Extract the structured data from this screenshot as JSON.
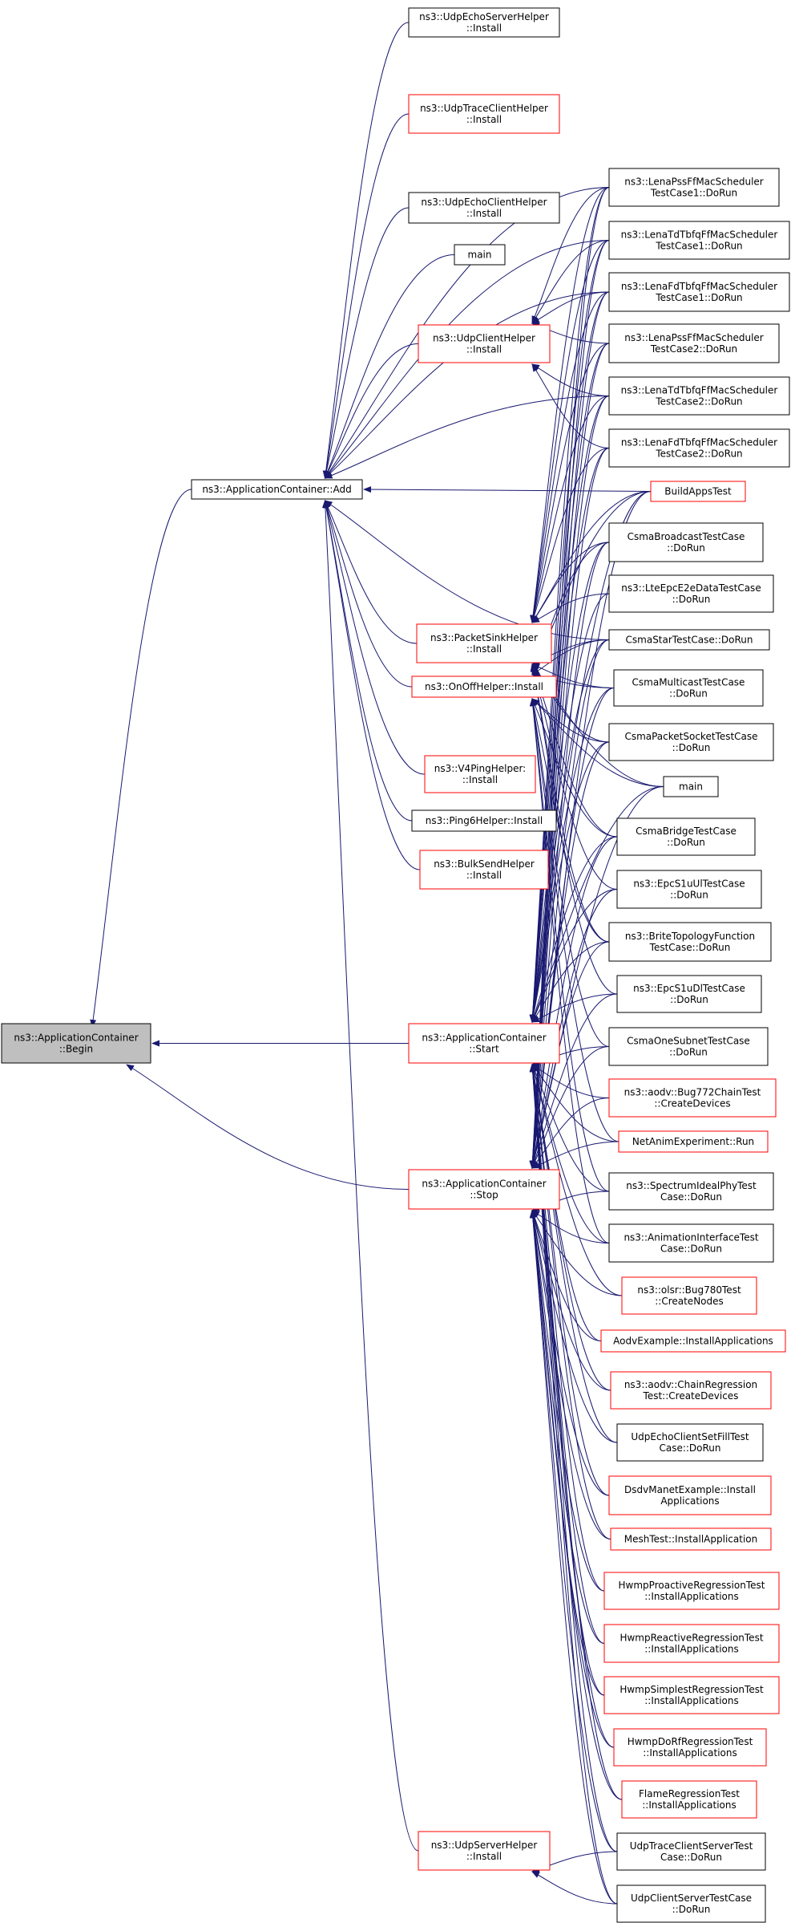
{
  "colors": {
    "edge": "#191970",
    "normal_border": "#000000",
    "warning_border": "#ff0000",
    "focus_fill": "#bfbfbf",
    "fill": "#ffffff"
  },
  "nodes": [
    {
      "id": "begin",
      "lines": [
        "ns3::ApplicationContainer",
        "::Begin"
      ],
      "style": "focus"
    },
    {
      "id": "add",
      "lines": [
        "ns3::ApplicationContainer::Add"
      ],
      "style": "normal"
    },
    {
      "id": "start",
      "lines": [
        "ns3::ApplicationContainer",
        "::Start"
      ],
      "style": "red"
    },
    {
      "id": "stop",
      "lines": [
        "ns3::ApplicationContainer",
        "::Stop"
      ],
      "style": "red"
    },
    {
      "id": "udpserver",
      "lines": [
        "ns3::UdpServerHelper",
        "::Install"
      ],
      "style": "red"
    },
    {
      "id": "echoserver",
      "lines": [
        "ns3::UdpEchoServerHelper",
        "::Install"
      ],
      "style": "normal"
    },
    {
      "id": "traceclient",
      "lines": [
        "ns3::UdpTraceClientHelper",
        "::Install"
      ],
      "style": "red"
    },
    {
      "id": "echoclient",
      "lines": [
        "ns3::UdpEchoClientHelper",
        "::Install"
      ],
      "style": "normal"
    },
    {
      "id": "main1",
      "lines": [
        "main"
      ],
      "style": "normal"
    },
    {
      "id": "udpclient",
      "lines": [
        "ns3::UdpClientHelper",
        "::Install"
      ],
      "style": "red"
    },
    {
      "id": "packetsink",
      "lines": [
        "ns3::PacketSinkHelper",
        "::Install"
      ],
      "style": "red"
    },
    {
      "id": "onoff",
      "lines": [
        "ns3::OnOffHelper::Install"
      ],
      "style": "red"
    },
    {
      "id": "v4ping",
      "lines": [
        "ns3::V4PingHelper:",
        "::Install"
      ],
      "style": "red"
    },
    {
      "id": "ping6",
      "lines": [
        "ns3::Ping6Helper::Install"
      ],
      "style": "normal"
    },
    {
      "id": "bulksend",
      "lines": [
        "ns3::BulkSendHelper",
        "::Install"
      ],
      "style": "red"
    },
    {
      "id": "lpss1",
      "lines": [
        "ns3::LenaPssFfMacScheduler",
        "TestCase1::DoRun"
      ],
      "style": "normal"
    },
    {
      "id": "ltd1",
      "lines": [
        "ns3::LenaTdTbfqFfMacScheduler",
        "TestCase1::DoRun"
      ],
      "style": "normal"
    },
    {
      "id": "lfd1",
      "lines": [
        "ns3::LenaFdTbfqFfMacScheduler",
        "TestCase1::DoRun"
      ],
      "style": "normal"
    },
    {
      "id": "lpss2",
      "lines": [
        "ns3::LenaPssFfMacScheduler",
        "TestCase2::DoRun"
      ],
      "style": "normal"
    },
    {
      "id": "ltd2",
      "lines": [
        "ns3::LenaTdTbfqFfMacScheduler",
        "TestCase2::DoRun"
      ],
      "style": "normal"
    },
    {
      "id": "lfd2",
      "lines": [
        "ns3::LenaFdTbfqFfMacScheduler",
        "TestCase2::DoRun"
      ],
      "style": "normal"
    },
    {
      "id": "buildapps",
      "lines": [
        "BuildAppsTest"
      ],
      "style": "red"
    },
    {
      "id": "csmabcast",
      "lines": [
        "CsmaBroadcastTestCase",
        "::DoRun"
      ],
      "style": "normal"
    },
    {
      "id": "ltee2e",
      "lines": [
        "ns3::LteEpcE2eDataTestCase",
        "::DoRun"
      ],
      "style": "normal"
    },
    {
      "id": "csmastar",
      "lines": [
        "CsmaStarTestCase::DoRun"
      ],
      "style": "normal"
    },
    {
      "id": "csmamcast",
      "lines": [
        "CsmaMulticastTestCase",
        "::DoRun"
      ],
      "style": "normal"
    },
    {
      "id": "csmapkt",
      "lines": [
        "CsmaPacketSocketTestCase",
        "::DoRun"
      ],
      "style": "normal"
    },
    {
      "id": "main2",
      "lines": [
        "main"
      ],
      "style": "normal"
    },
    {
      "id": "csmabridge",
      "lines": [
        "CsmaBridgeTestCase",
        "::DoRun"
      ],
      "style": "normal"
    },
    {
      "id": "epcul",
      "lines": [
        "ns3::EpcS1uUlTestCase",
        "::DoRun"
      ],
      "style": "normal"
    },
    {
      "id": "brite",
      "lines": [
        "ns3::BriteTopologyFunction",
        "TestCase::DoRun"
      ],
      "style": "normal"
    },
    {
      "id": "epcdl",
      "lines": [
        "ns3::EpcS1uDlTestCase",
        "::DoRun"
      ],
      "style": "normal"
    },
    {
      "id": "csmaone",
      "lines": [
        "CsmaOneSubnetTestCase",
        "::DoRun"
      ],
      "style": "normal"
    },
    {
      "id": "bug772",
      "lines": [
        "ns3::aodv::Bug772ChainTest",
        "::CreateDevices"
      ],
      "style": "red"
    },
    {
      "id": "netanim",
      "lines": [
        "NetAnimExperiment::Run"
      ],
      "style": "red"
    },
    {
      "id": "spectrum",
      "lines": [
        "ns3::SpectrumIdealPhyTest",
        "Case::DoRun"
      ],
      "style": "normal"
    },
    {
      "id": "animif",
      "lines": [
        "ns3::AnimationInterfaceTest",
        "Case::DoRun"
      ],
      "style": "normal"
    },
    {
      "id": "olsr",
      "lines": [
        "ns3::olsr::Bug780Test",
        "::CreateNodes"
      ],
      "style": "red"
    },
    {
      "id": "aodvex",
      "lines": [
        "AodvExample::InstallApplications"
      ],
      "style": "red"
    },
    {
      "id": "aodvchain",
      "lines": [
        "ns3::aodv::ChainRegression",
        "Test::CreateDevices"
      ],
      "style": "red"
    },
    {
      "id": "echofill",
      "lines": [
        "UdpEchoClientSetFillTest",
        "Case::DoRun"
      ],
      "style": "normal"
    },
    {
      "id": "dsdv",
      "lines": [
        "DsdvManetExample::Install",
        "Applications"
      ],
      "style": "red"
    },
    {
      "id": "meshtest",
      "lines": [
        "MeshTest::InstallApplication"
      ],
      "style": "red"
    },
    {
      "id": "hwmppro",
      "lines": [
        "HwmpProactiveRegressionTest",
        "::InstallApplications"
      ],
      "style": "red"
    },
    {
      "id": "hwmpre",
      "lines": [
        "HwmpReactiveRegressionTest",
        "::InstallApplications"
      ],
      "style": "red"
    },
    {
      "id": "hwmpsimp",
      "lines": [
        "HwmpSimplestRegressionTest",
        "::InstallApplications"
      ],
      "style": "red"
    },
    {
      "id": "hwmpdorf",
      "lines": [
        "HwmpDoRfRegressionTest",
        "::InstallApplications"
      ],
      "style": "red"
    },
    {
      "id": "flame",
      "lines": [
        "FlameRegressionTest",
        "::InstallApplications"
      ],
      "style": "red"
    },
    {
      "id": "udptracecs",
      "lines": [
        "UdpTraceClientServerTest",
        "Case::DoRun"
      ],
      "style": "normal"
    },
    {
      "id": "udpcs",
      "lines": [
        "UdpClientServerTestCase",
        "::DoRun"
      ],
      "style": "normal"
    }
  ],
  "edges": [
    [
      "add",
      "begin"
    ],
    [
      "start",
      "begin"
    ],
    [
      "stop",
      "begin"
    ],
    [
      "udpserver",
      "add"
    ],
    [
      "echoserver",
      "add"
    ],
    [
      "traceclient",
      "add"
    ],
    [
      "echoclient",
      "add"
    ],
    [
      "main1",
      "add"
    ],
    [
      "udpclient",
      "add"
    ],
    [
      "packetsink",
      "add"
    ],
    [
      "onoff",
      "add"
    ],
    [
      "v4ping",
      "add"
    ],
    [
      "ping6",
      "add"
    ],
    [
      "bulksend",
      "add"
    ],
    [
      "lpss1",
      "add"
    ],
    [
      "ltd1",
      "add"
    ],
    [
      "lfd1",
      "add"
    ],
    [
      "ltd2",
      "add"
    ],
    [
      "buildapps",
      "add"
    ],
    [
      "csmastar",
      "add"
    ],
    [
      "lpss1",
      "udpclient"
    ],
    [
      "ltd1",
      "udpclient"
    ],
    [
      "lfd1",
      "udpclient"
    ],
    [
      "lpss2",
      "udpclient"
    ],
    [
      "ltd2",
      "udpclient"
    ],
    [
      "lfd2",
      "udpclient"
    ],
    [
      "lpss1",
      "packetsink"
    ],
    [
      "ltd1",
      "packetsink"
    ],
    [
      "lfd1",
      "packetsink"
    ],
    [
      "lpss2",
      "packetsink"
    ],
    [
      "ltd2",
      "packetsink"
    ],
    [
      "lfd2",
      "packetsink"
    ],
    [
      "buildapps",
      "packetsink"
    ],
    [
      "csmabcast",
      "packetsink"
    ],
    [
      "ltee2e",
      "packetsink"
    ],
    [
      "csmastar",
      "packetsink"
    ],
    [
      "csmamcast",
      "packetsink"
    ],
    [
      "csmapkt",
      "packetsink"
    ],
    [
      "main2",
      "packetsink"
    ],
    [
      "csmabridge",
      "packetsink"
    ],
    [
      "epcul",
      "packetsink"
    ],
    [
      "brite",
      "packetsink"
    ],
    [
      "epcdl",
      "packetsink"
    ],
    [
      "buildapps",
      "onoff"
    ],
    [
      "csmabcast",
      "onoff"
    ],
    [
      "csmastar",
      "onoff"
    ],
    [
      "csmamcast",
      "onoff"
    ],
    [
      "csmapkt",
      "onoff"
    ],
    [
      "main2",
      "onoff"
    ],
    [
      "csmabridge",
      "onoff"
    ],
    [
      "brite",
      "onoff"
    ],
    [
      "csmaone",
      "onoff"
    ],
    [
      "netanim",
      "onoff"
    ],
    [
      "spectrum",
      "onoff"
    ],
    [
      "animif",
      "onoff"
    ],
    [
      "lpss1",
      "start"
    ],
    [
      "ltd1",
      "start"
    ],
    [
      "lfd1",
      "start"
    ],
    [
      "lpss2",
      "start"
    ],
    [
      "ltd2",
      "start"
    ],
    [
      "lfd2",
      "start"
    ],
    [
      "buildapps",
      "start"
    ],
    [
      "csmabcast",
      "start"
    ],
    [
      "ltee2e",
      "start"
    ],
    [
      "csmastar",
      "start"
    ],
    [
      "csmamcast",
      "start"
    ],
    [
      "csmapkt",
      "start"
    ],
    [
      "main2",
      "start"
    ],
    [
      "csmabridge",
      "start"
    ],
    [
      "epcul",
      "start"
    ],
    [
      "brite",
      "start"
    ],
    [
      "epcdl",
      "start"
    ],
    [
      "csmaone",
      "start"
    ],
    [
      "bug772",
      "start"
    ],
    [
      "netanim",
      "start"
    ],
    [
      "spectrum",
      "start"
    ],
    [
      "animif",
      "start"
    ],
    [
      "olsr",
      "start"
    ],
    [
      "aodvex",
      "start"
    ],
    [
      "aodvchain",
      "start"
    ],
    [
      "echofill",
      "start"
    ],
    [
      "dsdv",
      "start"
    ],
    [
      "meshtest",
      "start"
    ],
    [
      "hwmppro",
      "start"
    ],
    [
      "hwmpre",
      "start"
    ],
    [
      "hwmpsimp",
      "start"
    ],
    [
      "hwmpdorf",
      "start"
    ],
    [
      "flame",
      "start"
    ],
    [
      "udptracecs",
      "start"
    ],
    [
      "udpcs",
      "start"
    ],
    [
      "lpss1",
      "stop"
    ],
    [
      "ltd1",
      "stop"
    ],
    [
      "lfd1",
      "stop"
    ],
    [
      "lpss2",
      "stop"
    ],
    [
      "ltd2",
      "stop"
    ],
    [
      "lfd2",
      "stop"
    ],
    [
      "buildapps",
      "stop"
    ],
    [
      "csmabcast",
      "stop"
    ],
    [
      "csmastar",
      "stop"
    ],
    [
      "csmamcast",
      "stop"
    ],
    [
      "csmapkt",
      "stop"
    ],
    [
      "main2",
      "stop"
    ],
    [
      "csmabridge",
      "stop"
    ],
    [
      "epcul",
      "stop"
    ],
    [
      "brite",
      "stop"
    ],
    [
      "epcdl",
      "stop"
    ],
    [
      "csmaone",
      "stop"
    ],
    [
      "bug772",
      "stop"
    ],
    [
      "netanim",
      "stop"
    ],
    [
      "spectrum",
      "stop"
    ],
    [
      "animif",
      "stop"
    ],
    [
      "olsr",
      "stop"
    ],
    [
      "aodvex",
      "stop"
    ],
    [
      "aodvchain",
      "stop"
    ],
    [
      "echofill",
      "stop"
    ],
    [
      "dsdv",
      "stop"
    ],
    [
      "meshtest",
      "stop"
    ],
    [
      "hwmppro",
      "stop"
    ],
    [
      "hwmpre",
      "stop"
    ],
    [
      "hwmpsimp",
      "stop"
    ],
    [
      "hwmpdorf",
      "stop"
    ],
    [
      "flame",
      "stop"
    ],
    [
      "udptracecs",
      "stop"
    ],
    [
      "udpcs",
      "stop"
    ],
    [
      "udptracecs",
      "udpserver"
    ],
    [
      "udpcs",
      "udpserver"
    ]
  ]
}
